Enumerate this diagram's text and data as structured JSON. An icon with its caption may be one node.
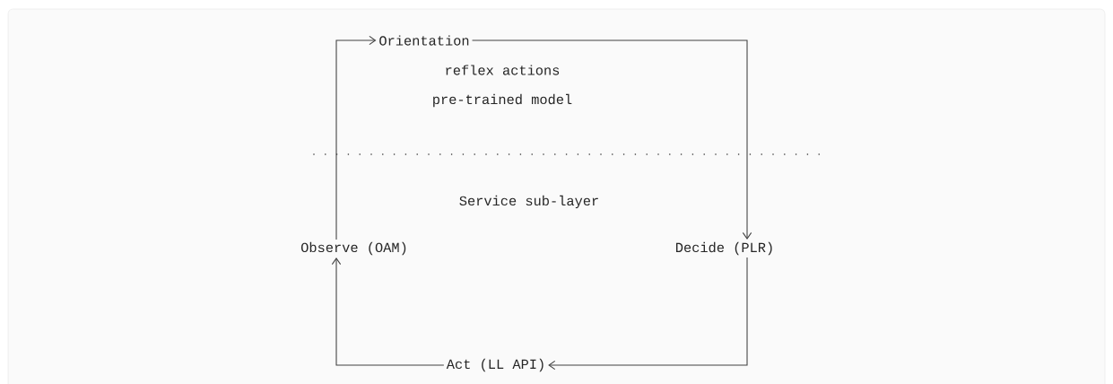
{
  "diagram": {
    "nodes": [
      {
        "text": [
          "Orientation"
        ]
      },
      {
        "text": [
          "Decide (PLR)"
        ]
      },
      {
        "text": [
          "Act (LL API)"
        ]
      },
      {
        "text": [
          "Observe (OAM)"
        ]
      }
    ],
    "edges": [
      {
        "from": 3,
        "to": 0,
        "arrow": "to"
      },
      {
        "from": 0,
        "to": 1,
        "arrow": "to"
      },
      {
        "from": 1,
        "to": 2,
        "arrow": "to"
      },
      {
        "from": 2,
        "to": 3,
        "arrow": "to"
      }
    ],
    "labels": [
      "reflex actions",
      "pre-trained model",
      "Service sub-layer"
    ]
  }
}
